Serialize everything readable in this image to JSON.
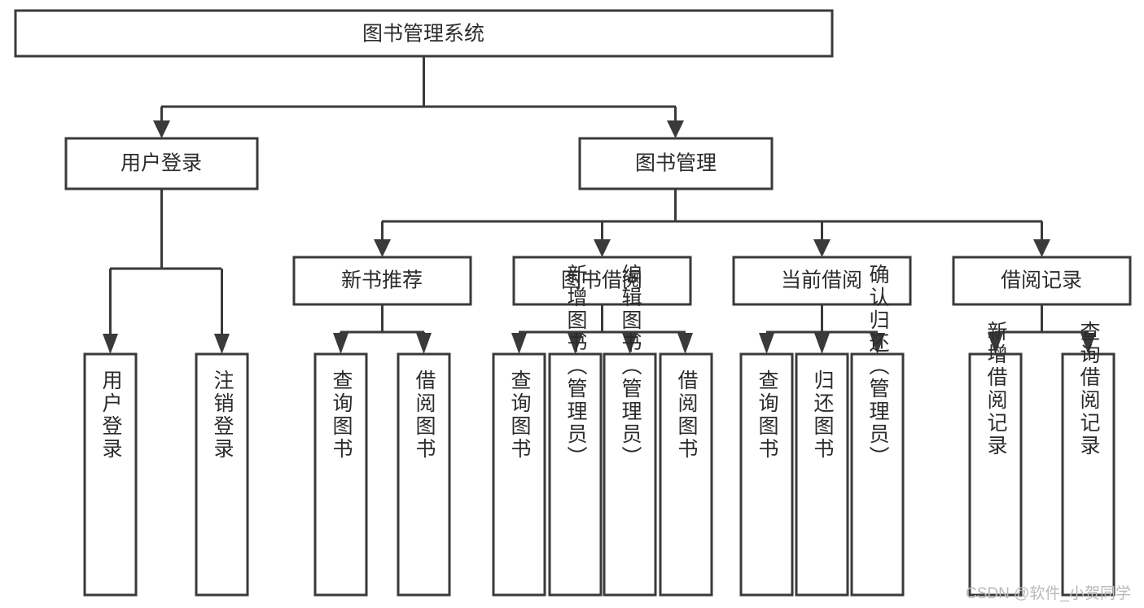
{
  "diagram": {
    "type": "tree",
    "title": "图书管理系统",
    "background_color": "#ffffff",
    "box_stroke_color": "#3a3a3a",
    "box_fill_color": "#ffffff",
    "text_color": "#2b2b2b",
    "root": {
      "id": "root",
      "label": "图书管理系统",
      "orientation": "horizontal"
    },
    "level2": [
      {
        "id": "user-login",
        "label": "用户登录",
        "orientation": "horizontal"
      },
      {
        "id": "book-manage",
        "label": "图书管理",
        "orientation": "horizontal"
      }
    ],
    "level3": [
      {
        "id": "new-book-recommend",
        "label": "新书推荐",
        "orientation": "horizontal",
        "parent": "book-manage"
      },
      {
        "id": "book-borrow",
        "label": "图书借阅",
        "orientation": "horizontal",
        "parent": "book-manage"
      },
      {
        "id": "current-borrow",
        "label": "当前借阅",
        "orientation": "horizontal",
        "parent": "book-manage"
      },
      {
        "id": "borrow-record",
        "label": "借阅记录",
        "orientation": "horizontal",
        "parent": "book-manage"
      }
    ],
    "leaves": [
      {
        "id": "leaf-user-login",
        "label": "用户登录",
        "orientation": "vertical",
        "parent": "user-login"
      },
      {
        "id": "leaf-user-logout",
        "label": "注销登录",
        "orientation": "vertical",
        "parent": "user-login"
      },
      {
        "id": "leaf-query-book-1",
        "label": "查询图书",
        "orientation": "vertical",
        "parent": "new-book-recommend"
      },
      {
        "id": "leaf-borrow-book-1",
        "label": "借阅图书",
        "orientation": "vertical",
        "parent": "new-book-recommend"
      },
      {
        "id": "leaf-query-book-2",
        "label": "查询图书",
        "orientation": "vertical",
        "parent": "book-borrow"
      },
      {
        "id": "leaf-add-book",
        "label": "新增图书（管理员）",
        "orientation": "vertical",
        "parent": "book-borrow"
      },
      {
        "id": "leaf-edit-book",
        "label": "编辑图书（管理员）",
        "orientation": "vertical",
        "parent": "book-borrow"
      },
      {
        "id": "leaf-borrow-book-2",
        "label": "借阅图书",
        "orientation": "vertical",
        "parent": "book-borrow"
      },
      {
        "id": "leaf-query-book-3",
        "label": "查询图书",
        "orientation": "vertical",
        "parent": "current-borrow"
      },
      {
        "id": "leaf-return-book",
        "label": "归还图书",
        "orientation": "vertical",
        "parent": "current-borrow"
      },
      {
        "id": "leaf-confirm-return",
        "label": "确认归还（管理员）",
        "orientation": "vertical",
        "parent": "current-borrow"
      },
      {
        "id": "leaf-add-record",
        "label": "新增借阅记录",
        "orientation": "vertical",
        "parent": "borrow-record"
      },
      {
        "id": "leaf-query-record",
        "label": "查询借阅记录",
        "orientation": "vertical",
        "parent": "borrow-record"
      }
    ]
  },
  "watermark": {
    "text": "CSDN @软件_小贺同学",
    "color": "#b9b9b9"
  }
}
